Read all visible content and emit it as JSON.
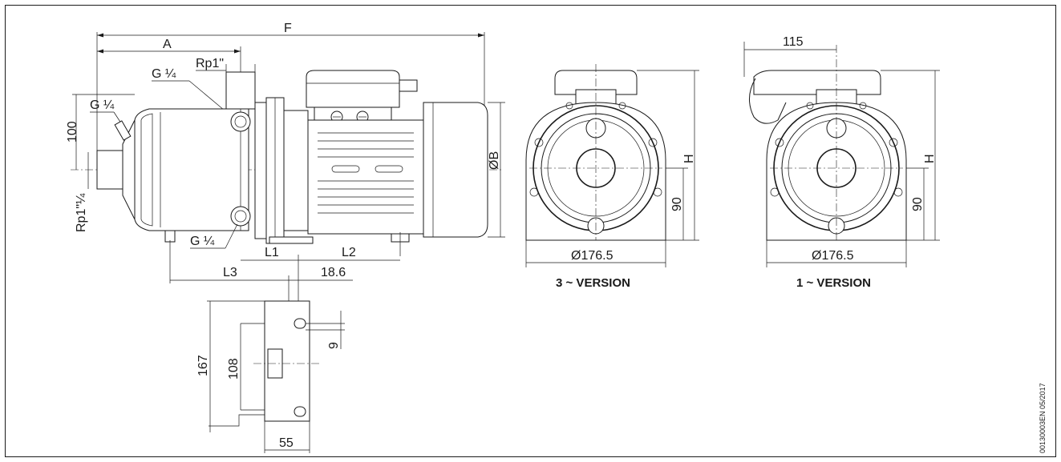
{
  "side_view": {
    "dims": {
      "F": "F",
      "A": "A",
      "rp1": "Rp1\"",
      "g14_top": "G ¼",
      "g14_left": "G ¼",
      "d100": "100",
      "rp114": "Rp1\"¼",
      "g14_bottom": "G ¼",
      "L1": "L1",
      "L2": "L2",
      "L3": "L3",
      "d186": "18.6",
      "dB": "ØB"
    }
  },
  "front_3": {
    "d90": "90",
    "H": "H",
    "d1765": "Ø176.5",
    "caption": "3 ~ VERSION"
  },
  "front_1": {
    "d115": "115",
    "d90": "90",
    "H": "H",
    "d1765": "Ø176.5",
    "caption": "1 ~ VERSION"
  },
  "base_plate": {
    "d167": "167",
    "d108": "108",
    "d9": "9",
    "d55": "55"
  },
  "doc_code": "00130003EN 05/2017"
}
